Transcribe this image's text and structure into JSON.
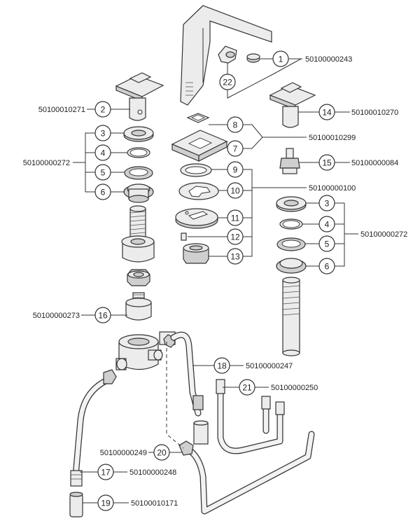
{
  "callouts": [
    {
      "num": "1",
      "code": "50100000243"
    },
    {
      "num": "2",
      "code": "50100010271"
    },
    {
      "num": "3",
      "code": ""
    },
    {
      "num": "4",
      "code": ""
    },
    {
      "num": "5",
      "code": ""
    },
    {
      "num": "6",
      "code": ""
    },
    {
      "num": "7",
      "code": ""
    },
    {
      "num": "8",
      "code": ""
    },
    {
      "num": "9",
      "code": ""
    },
    {
      "num": "10",
      "code": ""
    },
    {
      "num": "11",
      "code": ""
    },
    {
      "num": "12",
      "code": ""
    },
    {
      "num": "13",
      "code": ""
    },
    {
      "num": "14",
      "code": "50100010270"
    },
    {
      "num": "15",
      "code": "50100000084"
    },
    {
      "num": "16",
      "code": "50100000273"
    },
    {
      "num": "17",
      "code": "50100000248"
    },
    {
      "num": "18",
      "code": "50100000247"
    },
    {
      "num": "19",
      "code": "50100010171"
    },
    {
      "num": "20",
      "code": "50100000249"
    },
    {
      "num": "21",
      "code": "50100000250"
    },
    {
      "num": "22",
      "code": ""
    },
    {
      "num": "3",
      "code": ""
    },
    {
      "num": "4",
      "code": ""
    },
    {
      "num": "5",
      "code": ""
    },
    {
      "num": "6",
      "code": ""
    }
  ],
  "group_codes": {
    "left_seals": "50100000272",
    "right_seals": "50100000272",
    "plate_set": "50100010299",
    "base_set": "50100000100"
  }
}
